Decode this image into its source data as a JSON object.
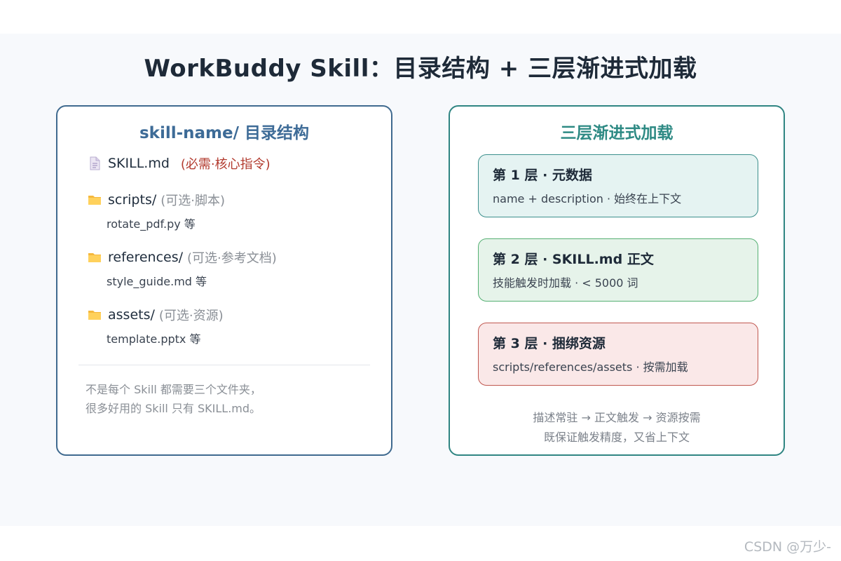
{
  "title": "WorkBuddy Skill：目录结构 + 三层渐进式加载",
  "left_panel": {
    "title": "skill-name/ 目录结构",
    "items": [
      {
        "icon": "file-icon",
        "name": "SKILL.md",
        "note": "(必需·核心指令)",
        "example": ""
      },
      {
        "icon": "folder-icon",
        "name": "scripts/",
        "note": "(可选·脚本)",
        "example": "rotate_pdf.py 等"
      },
      {
        "icon": "folder-icon",
        "name": "references/",
        "note": "(可选·参考文档)",
        "example": "style_guide.md 等"
      },
      {
        "icon": "folder-icon",
        "name": "assets/",
        "note": "(可选·资源)",
        "example": "template.pptx 等"
      }
    ],
    "footnote_line1": "不是每个 Skill 都需要三个文件夹，",
    "footnote_line2": "很多好用的 Skill 只有 SKILL.md。"
  },
  "right_panel": {
    "title": "三层渐进式加载",
    "layers": [
      {
        "title": "第 1 层 · 元数据",
        "desc": "name + description · 始终在上下文"
      },
      {
        "title": "第 2 层 · SKILL.md 正文",
        "desc": "技能触发时加载 · < 5000 词"
      },
      {
        "title": "第 3 层 · 捆绑资源",
        "desc": "scripts/references/assets · 按需加载"
      }
    ],
    "summary_line1": "描述常驻 → 正文触发 → 资源按需",
    "summary_line2": "既保证触发精度，又省上下文"
  },
  "colors": {
    "left_accent": "#3d6b97",
    "right_accent": "#2e8a84",
    "required": "#b23a2e",
    "layer1_bg": "#e5f3f2",
    "layer2_bg": "#e6f3ea",
    "layer3_bg": "#fae8e8"
  },
  "watermark": "CSDN @万少-"
}
